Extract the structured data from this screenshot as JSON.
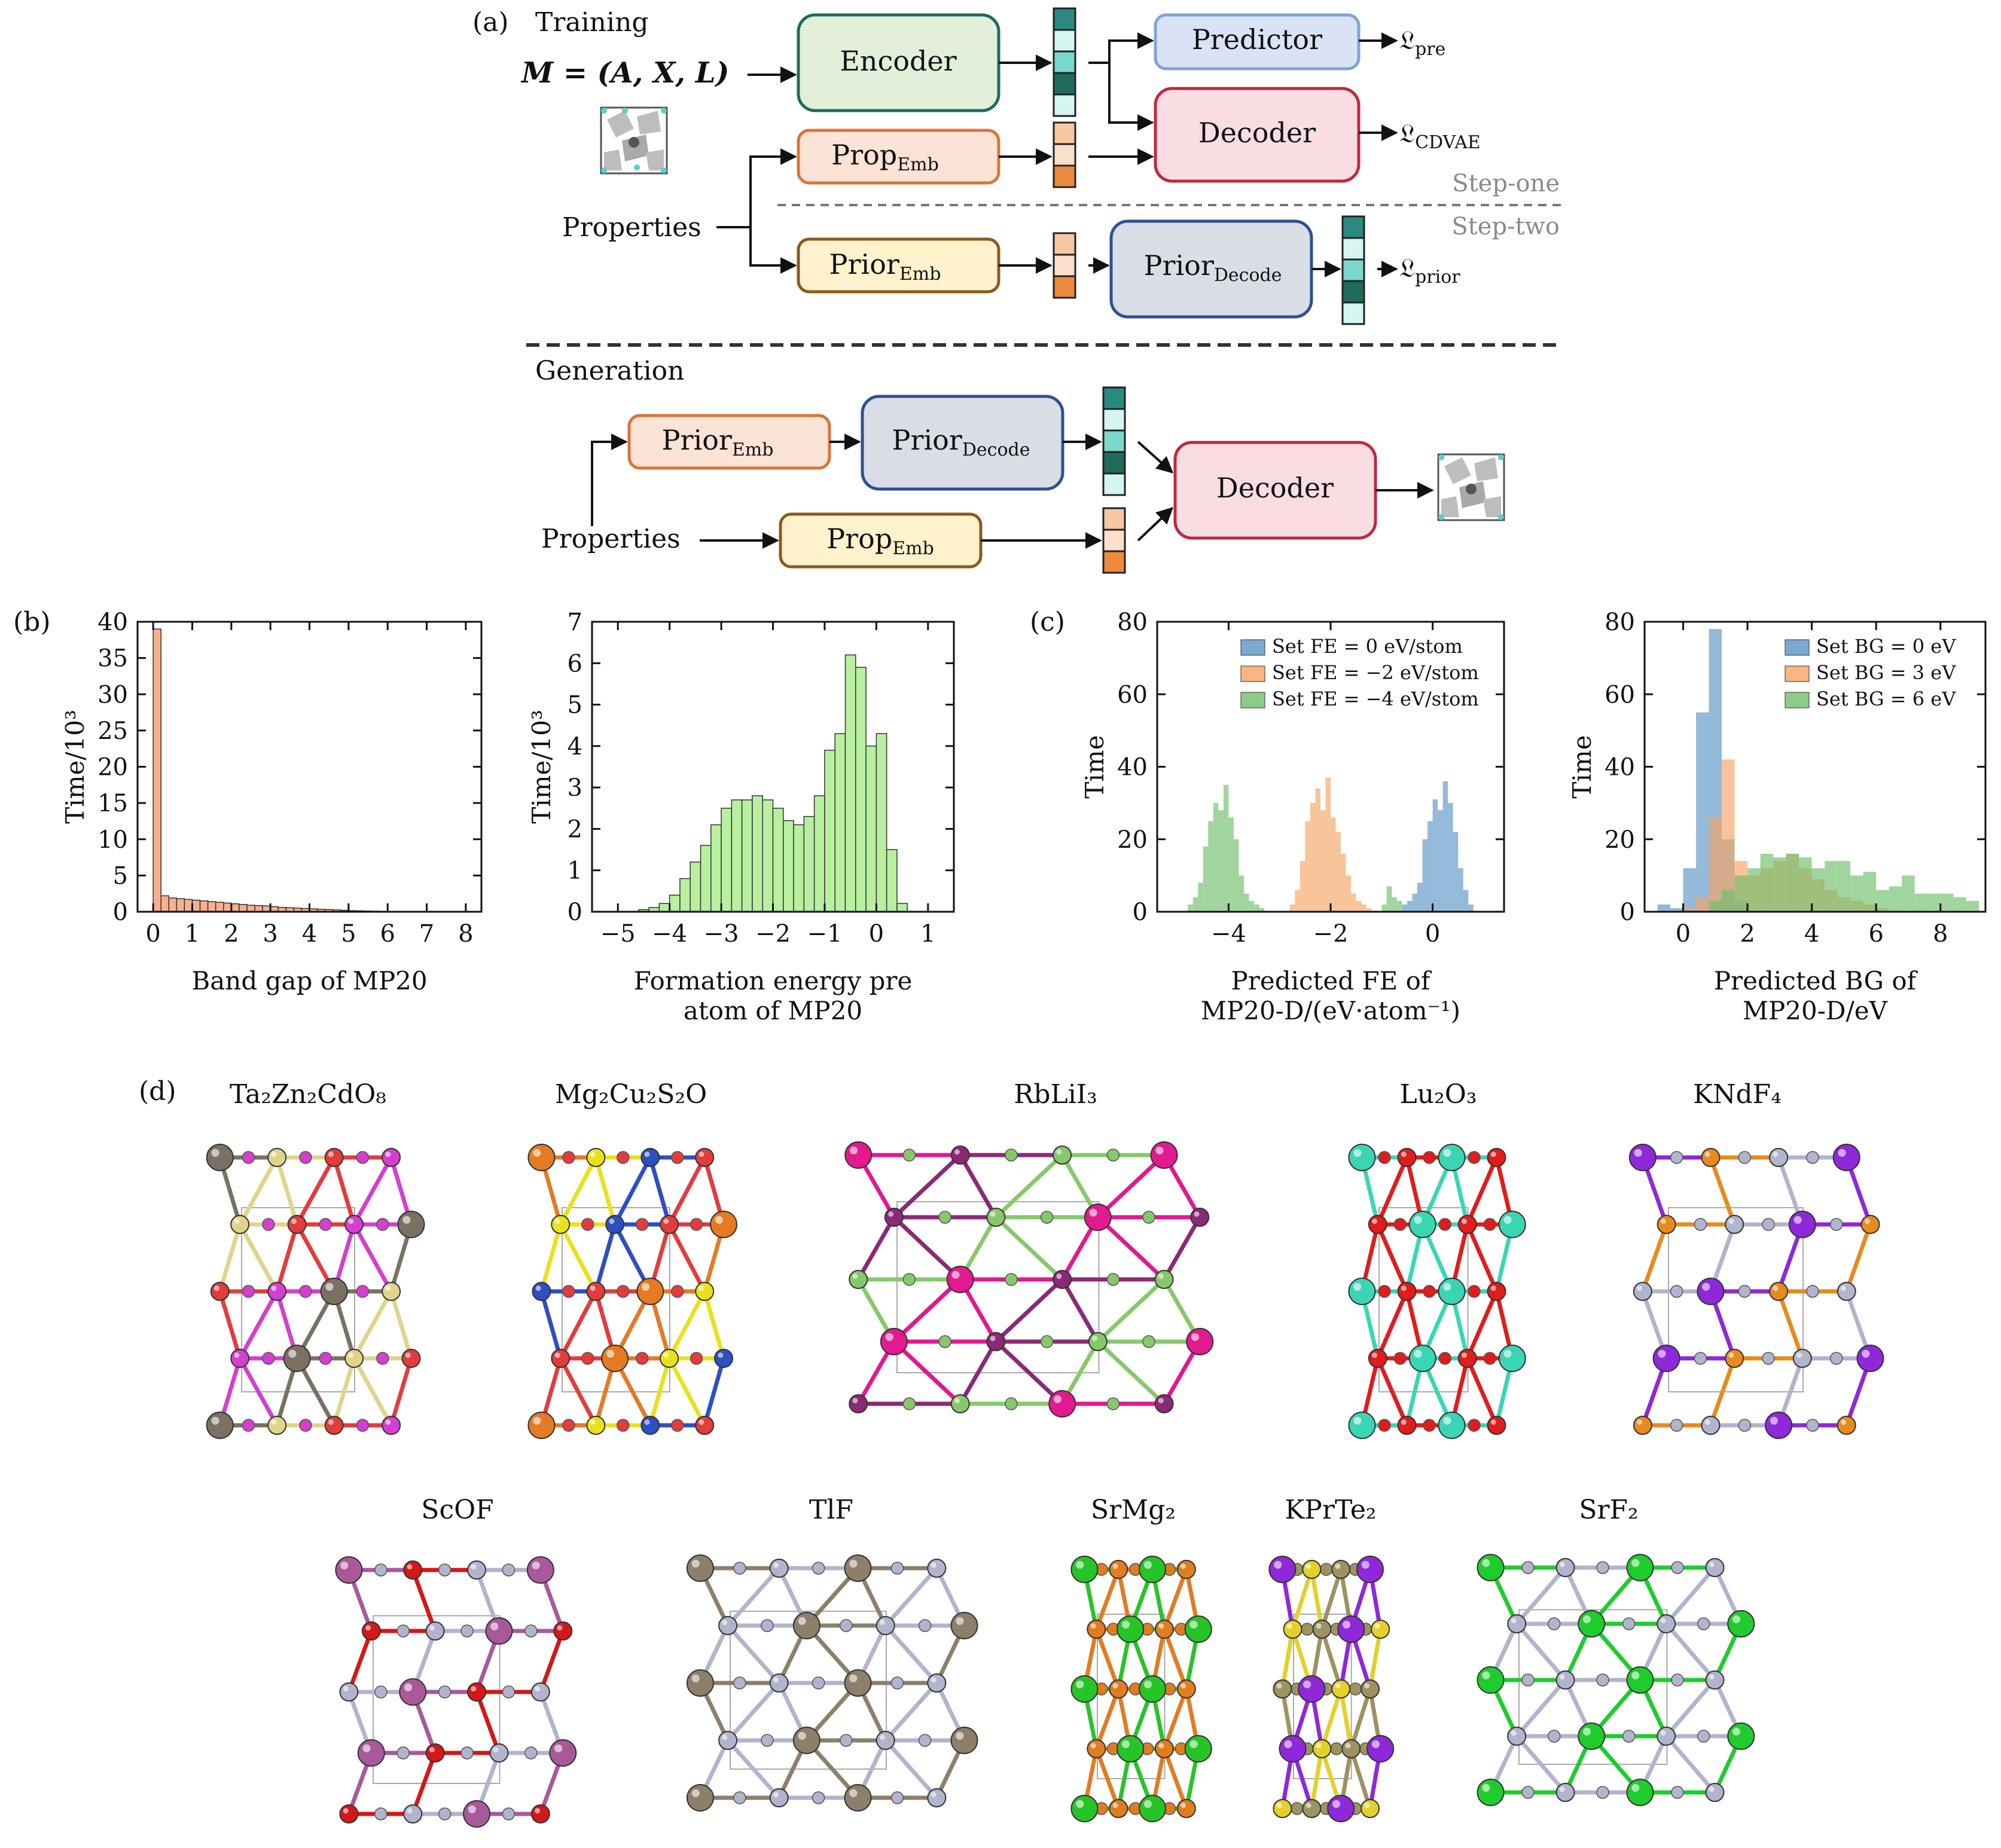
{
  "panel_a": {
    "label": "(a)",
    "training_title": "Training",
    "generation_title": "Generation",
    "input_formula": "M = (A, X, L)",
    "properties_label": "Properties",
    "properties_label_gen": "Properties",
    "encoder": "Encoder",
    "predictor": "Predictor",
    "decoder": "Decoder",
    "decoder_gen": "Decoder",
    "prop_emb": {
      "main": "Prop",
      "sub": "Emb"
    },
    "prop_emb_gen": {
      "main": "Prop",
      "sub": "Emb"
    },
    "prior_emb": {
      "main": "Prior",
      "sub": "Emb"
    },
    "prior_emb_gen": {
      "main": "Prior",
      "sub": "Emb"
    },
    "prior_decode": {
      "main": "Prior",
      "sub": "Decode"
    },
    "prior_decode_gen": {
      "main": "Prior",
      "sub": "Decode"
    },
    "loss_pre": {
      "main": "𝔏",
      "sub": "pre"
    },
    "loss_cdvae": {
      "main": "𝔏",
      "sub": "CDVAE"
    },
    "loss_prior": {
      "main": "𝔏",
      "sub": "prior"
    },
    "step_one": "Step-one",
    "step_two": "Step-two",
    "colors": {
      "encoder_fill": "#e2f0d9",
      "encoder_stroke": "#1f6b5c",
      "predictor_fill": "#dae3f5",
      "predictor_stroke": "#7fa3d8",
      "decoder_fill": "#f9dde3",
      "decoder_stroke": "#c0283e",
      "propemb_fill": "#fbe3d6",
      "propemb_stroke": "#d9743a",
      "prioremb_fill": "#fff2cc",
      "prioremb_stroke": "#8a5a1e",
      "priordecode_fill": "#d9dde6",
      "priordecode_stroke": "#2f4f96",
      "latent_colors": [
        "#2a8a80",
        "#d6f5f1",
        "#7ad8cc",
        "#1f6b5c",
        "#d6f5f1"
      ],
      "prop_colors": [
        "#f7c6a3",
        "#fbe0cd",
        "#ec8a3e"
      ]
    }
  },
  "panel_b": {
    "label": "(b)"
  },
  "panel_c": {
    "label": "(c)"
  },
  "panel_d": {
    "label": "(d)",
    "structures": [
      {
        "name": "Ta₂Zn₂CdO₈",
        "colors": [
          "#7a7163",
          "#e0d48a",
          "#e23c3c",
          "#d43fd0"
        ]
      },
      {
        "name": "Mg₂Cu₂S₂O",
        "colors": [
          "#e47a24",
          "#e8e21c",
          "#2e4fc2",
          "#e23c3c"
        ]
      },
      {
        "name": "RbLiI₃",
        "colors": [
          "#e2198f",
          "#8a2a77",
          "#87c96a"
        ]
      },
      {
        "name": "Lu₂O₃",
        "colors": [
          "#3ad6b4",
          "#e01c1c"
        ]
      },
      {
        "name": "KNdF₄",
        "colors": [
          "#8e28d8",
          "#e68b1d",
          "#b1b4cc"
        ]
      },
      {
        "name": "ScOF",
        "colors": [
          "#a9599a",
          "#d41818",
          "#b1b4cc"
        ]
      },
      {
        "name": "TlF",
        "colors": [
          "#8c806a",
          "#b1b4cc"
        ]
      },
      {
        "name": "SrMg₂",
        "colors": [
          "#27c427",
          "#e07d22"
        ]
      },
      {
        "name": "KPrTe₂",
        "colors": [
          "#8e28d8",
          "#e2d12a",
          "#9c9360"
        ]
      },
      {
        "name": "SrF₂",
        "colors": [
          "#1ecc2e",
          "#b1b4cc"
        ]
      }
    ]
  },
  "chart_data": [
    {
      "type": "bar",
      "xlabel": "Band gap of MP20",
      "ylabel": "Time/10³",
      "xlim": [
        -0.4,
        8.4
      ],
      "ylim": [
        0,
        40
      ],
      "xticks": [
        "0",
        "1",
        "2",
        "3",
        "4",
        "5",
        "6",
        "7",
        "8"
      ],
      "yticks": [
        "0",
        "5",
        "10",
        "15",
        "20",
        "25",
        "30",
        "35",
        "40"
      ],
      "bin_width": 0.2,
      "x": [
        0.1,
        0.3,
        0.5,
        0.7,
        0.9,
        1.1,
        1.3,
        1.5,
        1.7,
        1.9,
        2.1,
        2.3,
        2.5,
        2.7,
        2.9,
        3.1,
        3.3,
        3.5,
        3.7,
        3.9,
        4.1,
        4.3,
        4.5,
        4.7,
        4.9,
        5.1,
        5.3,
        5.5,
        5.7,
        5.9,
        6.1,
        6.3,
        6.5,
        6.7,
        6.9,
        7.1,
        7.3,
        7.5,
        7.7,
        7.9
      ],
      "values": [
        39,
        2.2,
        1.9,
        1.8,
        1.7,
        1.6,
        1.5,
        1.4,
        1.3,
        1.2,
        1.1,
        1.0,
        0.9,
        0.85,
        0.8,
        0.7,
        0.6,
        0.55,
        0.5,
        0.45,
        0.4,
        0.35,
        0.3,
        0.25,
        0.2,
        0.15,
        0.12,
        0.1,
        0.08,
        0.06,
        0.05,
        0.04,
        0.03,
        0.03,
        0.02,
        0.02,
        0.01,
        0.01,
        0.01,
        0.01
      ],
      "color": "#f6b08b"
    },
    {
      "type": "bar",
      "xlabel": "Formation energy pre\natom of MP20",
      "ylabel": "Time/10³",
      "xlim": [
        -5.5,
        1.5
      ],
      "ylim": [
        0,
        7
      ],
      "xticks": [
        "−5",
        "−4",
        "−3",
        "−2",
        "−1",
        "0",
        "1"
      ],
      "yticks": [
        "0",
        "1",
        "2",
        "3",
        "4",
        "5",
        "6",
        "7"
      ],
      "bin_width": 0.2,
      "x": [
        -4.5,
        -4.3,
        -4.1,
        -3.9,
        -3.7,
        -3.5,
        -3.3,
        -3.1,
        -2.9,
        -2.7,
        -2.5,
        -2.3,
        -2.1,
        -1.9,
        -1.7,
        -1.5,
        -1.3,
        -1.1,
        -0.9,
        -0.7,
        -0.5,
        -0.3,
        -0.1,
        0.1,
        0.3,
        0.5
      ],
      "values": [
        0.05,
        0.1,
        0.2,
        0.4,
        0.8,
        1.2,
        1.6,
        2.1,
        2.5,
        2.7,
        2.7,
        2.8,
        2.7,
        2.5,
        2.2,
        2.1,
        2.3,
        2.8,
        3.9,
        4.3,
        6.2,
        5.9,
        4.0,
        4.3,
        1.5,
        0.2
      ],
      "color": "#b8f0a0"
    },
    {
      "type": "bar",
      "xlabel": "Predicted FE of\nMP20-D/(eV·atom⁻¹)",
      "ylabel": "Time",
      "xlim": [
        -5.4,
        1.4
      ],
      "ylim": [
        0,
        80
      ],
      "xticks": [
        "−4",
        "−2",
        "0"
      ],
      "yticks": [
        "0",
        "20",
        "40",
        "60",
        "80"
      ],
      "bin_width": 0.1,
      "legend_position": "top-right",
      "series": [
        {
          "name": "Set FE = 0 eV/stom",
          "color": "#5b93c4",
          "x": [
            -0.55,
            -0.45,
            -0.35,
            -0.25,
            -0.15,
            -0.05,
            0.05,
            0.15,
            0.25,
            0.35,
            0.45,
            0.55,
            0.65,
            0.75
          ],
          "values": [
            2,
            3,
            5,
            8,
            20,
            25,
            31,
            28,
            36,
            30,
            22,
            12,
            6,
            2
          ]
        },
        {
          "name": "Set FE = −2 eV/stom",
          "color": "#f5a463",
          "x": [
            -2.75,
            -2.65,
            -2.55,
            -2.45,
            -2.35,
            -2.25,
            -2.15,
            -2.05,
            -1.95,
            -1.85,
            -1.75,
            -1.65,
            -1.55,
            -1.45,
            -1.35,
            -1.25
          ],
          "values": [
            2,
            6,
            14,
            25,
            30,
            34,
            28,
            37,
            26,
            22,
            16,
            10,
            5,
            3,
            2,
            1
          ]
        },
        {
          "name": "Set FE = −4 eV/stom",
          "color": "#6fbf6a",
          "x": [
            -4.75,
            -4.65,
            -4.55,
            -4.45,
            -4.35,
            -4.25,
            -4.15,
            -4.05,
            -3.95,
            -3.85,
            -3.75,
            -3.65,
            -3.55,
            -3.45,
            -3.35,
            -0.95,
            -0.85,
            -0.75,
            -0.65
          ],
          "values": [
            2,
            4,
            8,
            18,
            25,
            30,
            28,
            35,
            26,
            20,
            10,
            5,
            3,
            2,
            1,
            2,
            7,
            4,
            3
          ]
        }
      ]
    },
    {
      "type": "bar",
      "xlabel": "Predicted BG of\nMP20-D/eV",
      "ylabel": "Time",
      "xlim": [
        -1.2,
        9.4
      ],
      "ylim": [
        0,
        80
      ],
      "xticks": [
        "0",
        "2",
        "4",
        "6",
        "8"
      ],
      "yticks": [
        "0",
        "20",
        "40",
        "60",
        "80"
      ],
      "bin_width": 0.4,
      "legend_position": "top-right",
      "series": [
        {
          "name": "Set BG = 0 eV",
          "color": "#5b93c4",
          "x": [
            -0.6,
            -0.2,
            0.2,
            0.6,
            1.0,
            1.4,
            1.8
          ],
          "values": [
            2,
            1,
            12,
            55,
            78,
            20,
            3
          ]
        },
        {
          "name": "Set BG = 3 eV",
          "color": "#f5a463",
          "x": [
            0.2,
            0.6,
            1.0,
            1.4,
            1.8,
            2.2,
            2.6,
            3.0,
            3.4,
            3.8,
            4.2,
            4.6,
            5.0,
            5.4,
            5.8,
            6.2
          ],
          "values": [
            1,
            4,
            26,
            42,
            14,
            10,
            12,
            14,
            16,
            12,
            9,
            6,
            4,
            3,
            2,
            1
          ]
        },
        {
          "name": "Set BG = 6 eV",
          "color": "#6fbf6a",
          "x": [
            1.0,
            1.4,
            1.8,
            2.2,
            2.6,
            3.0,
            3.4,
            3.8,
            4.2,
            4.6,
            5.0,
            5.4,
            5.8,
            6.2,
            6.6,
            7.0,
            7.4,
            7.8,
            8.2,
            8.6,
            9.0
          ],
          "values": [
            3,
            6,
            10,
            12,
            16,
            15,
            16,
            15,
            12,
            14,
            14,
            10,
            11,
            6,
            7,
            10,
            5,
            5,
            5,
            4,
            3
          ]
        }
      ]
    }
  ]
}
